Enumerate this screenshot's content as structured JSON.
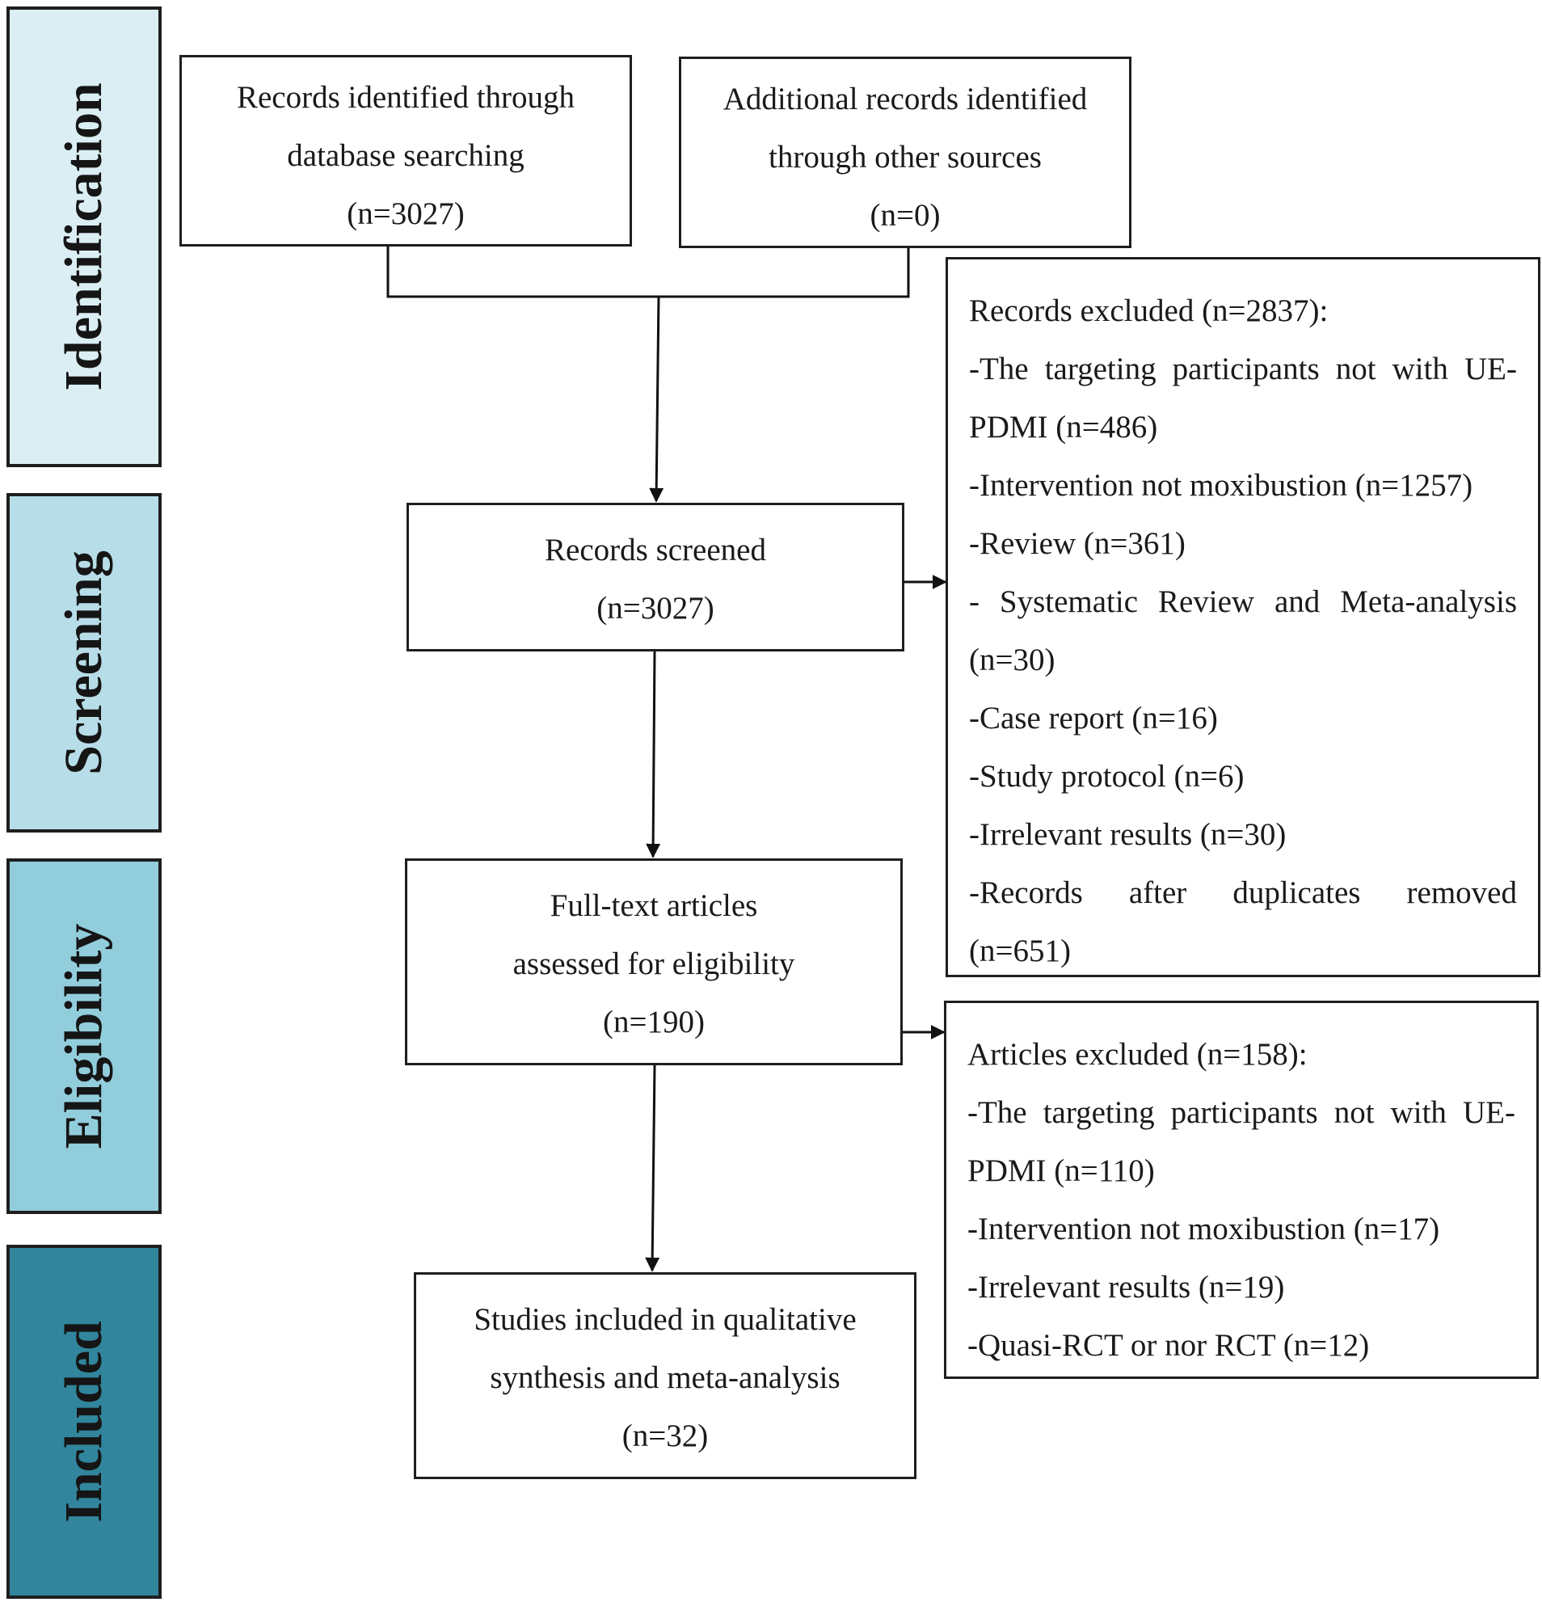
{
  "phases": {
    "identification": {
      "label": "Identification",
      "color": "#daeef3"
    },
    "screening": {
      "label": "Screening",
      "color": "#b7dde8"
    },
    "eligibility": {
      "label": "Eligibility",
      "color": "#92cddc"
    },
    "included": {
      "label": "Included",
      "color": "#31859c"
    }
  },
  "boxes": {
    "database": {
      "lines": [
        "Records identified through",
        "database searching",
        "(n=3027)"
      ]
    },
    "other_sources": {
      "lines": [
        "Additional records identified",
        "through other sources",
        "(n=0)"
      ]
    },
    "screened": {
      "lines": [
        "Records screened",
        "(n=3027)"
      ]
    },
    "fulltext": {
      "lines": [
        "Full-text articles",
        "assessed for eligibility",
        "(n=190)"
      ]
    },
    "included": {
      "lines": [
        "Studies included in qualitative",
        "synthesis and meta-analysis",
        "(n=32)"
      ]
    }
  },
  "records_excluded": {
    "lines": [
      "Records excluded (n=2837):",
      "-The targeting participants not with UE-",
      "PDMI (n=486)",
      "-Intervention not moxibustion (n=1257)",
      "-Review (n=361)",
      "- Systematic Review and Meta-analysis",
      "(n=30)",
      "-Case report (n=16)",
      "-Study protocol (n=6)",
      "-Irrelevant results (n=30)",
      "-Records after duplicates removed",
      "(n=651)"
    ]
  },
  "articles_excluded": {
    "lines": [
      "Articles excluded (n=158):",
      "-The targeting participants not with UE-",
      "PDMI (n=110)",
      "-Intervention not moxibustion (n=17)",
      "-Irrelevant results (n=19)",
      "-Quasi-RCT or nor RCT (n=12)"
    ]
  }
}
